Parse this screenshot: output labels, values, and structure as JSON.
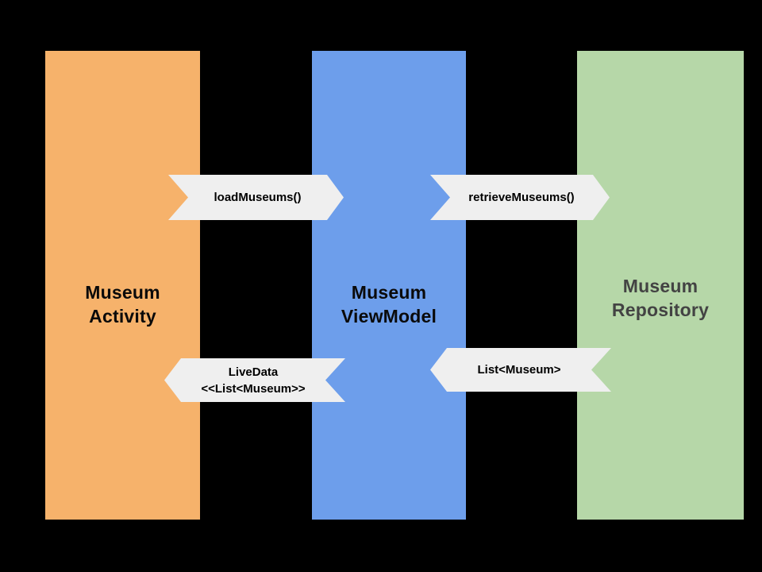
{
  "colors": {
    "background": "#000000",
    "activity_column": "#F6B26B",
    "viewmodel_column": "#6D9EEB",
    "repository_column": "#B6D7A8",
    "ribbon_fill": "#EFEFEF",
    "column_label_text": "#000000",
    "repository_label_text": "#434343",
    "arrow_label_text": "#000000"
  },
  "columns": [
    {
      "label_line1": "Museum",
      "label_line2": "Activity"
    },
    {
      "label_line1": "Museum",
      "label_line2": "ViewModel"
    },
    {
      "label_line1": "Museum",
      "label_line2": "Repository"
    }
  ],
  "arrows": [
    {
      "label": "loadMuseums()",
      "direction": "right",
      "from": "Museum Activity",
      "to": "Museum ViewModel"
    },
    {
      "label": "retrieveMuseums()",
      "direction": "right",
      "from": "Museum ViewModel",
      "to": "Museum Repository"
    },
    {
      "label_line1": "LiveData",
      "label_line2": "<<List<Museum>>",
      "direction": "left",
      "from": "Museum ViewModel",
      "to": "Museum Activity"
    },
    {
      "label": "List<Museum>",
      "direction": "left",
      "from": "Museum Repository",
      "to": "Museum ViewModel"
    }
  ]
}
